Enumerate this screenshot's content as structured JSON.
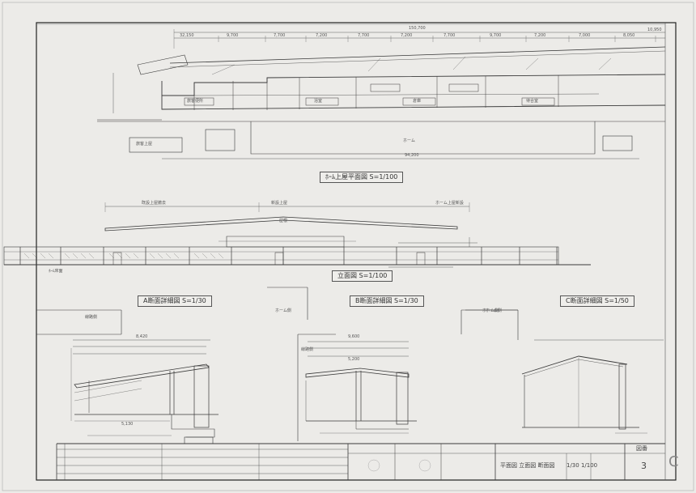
{
  "plan_view": {
    "title": "ﾎｰﾑ上屋平面図 S=1/100",
    "total_dimension": "150,700",
    "dimensions": [
      "32,150",
      "9,700",
      "7,700",
      "7,200",
      "7,700",
      "7,200",
      "7,700",
      "9,700",
      "7,200",
      "7,000",
      "8,050",
      "10,950"
    ],
    "bottom_dimension": "94,200",
    "rooms": [
      "旅客便所",
      "浴室",
      "倉庫",
      "待合室",
      "旅客上屋"
    ],
    "platform_label": "ホーム"
  },
  "elevation": {
    "title": "立面図 S=1/100",
    "top_labels": [
      "既設上屋撤去",
      "新設上屋",
      "ホーム上屋新設"
    ],
    "left_label": "ﾎｰﾑ床面",
    "roof_label": "屋根"
  },
  "sections": {
    "section_a": {
      "title": "A断面詳細図 S=1/30",
      "left_label": "線路側",
      "right_label": "ホーム側",
      "dims": [
        "8,420",
        "5,130"
      ]
    },
    "section_b": {
      "title": "B断面詳細図 S=1/30",
      "left_label": "線路側",
      "right_label": "ホーム側",
      "dims": [
        "9,600",
        "5,200"
      ]
    },
    "section_c": {
      "title": "C断面詳細図 S=1/50",
      "left_label": "ホーム側"
    }
  },
  "title_block": {
    "drawing_name": "平面図 立面図 断面図",
    "scale": "1/30 1/100",
    "sheet_label": "図番",
    "sheet_number": "3",
    "rev": "C"
  }
}
